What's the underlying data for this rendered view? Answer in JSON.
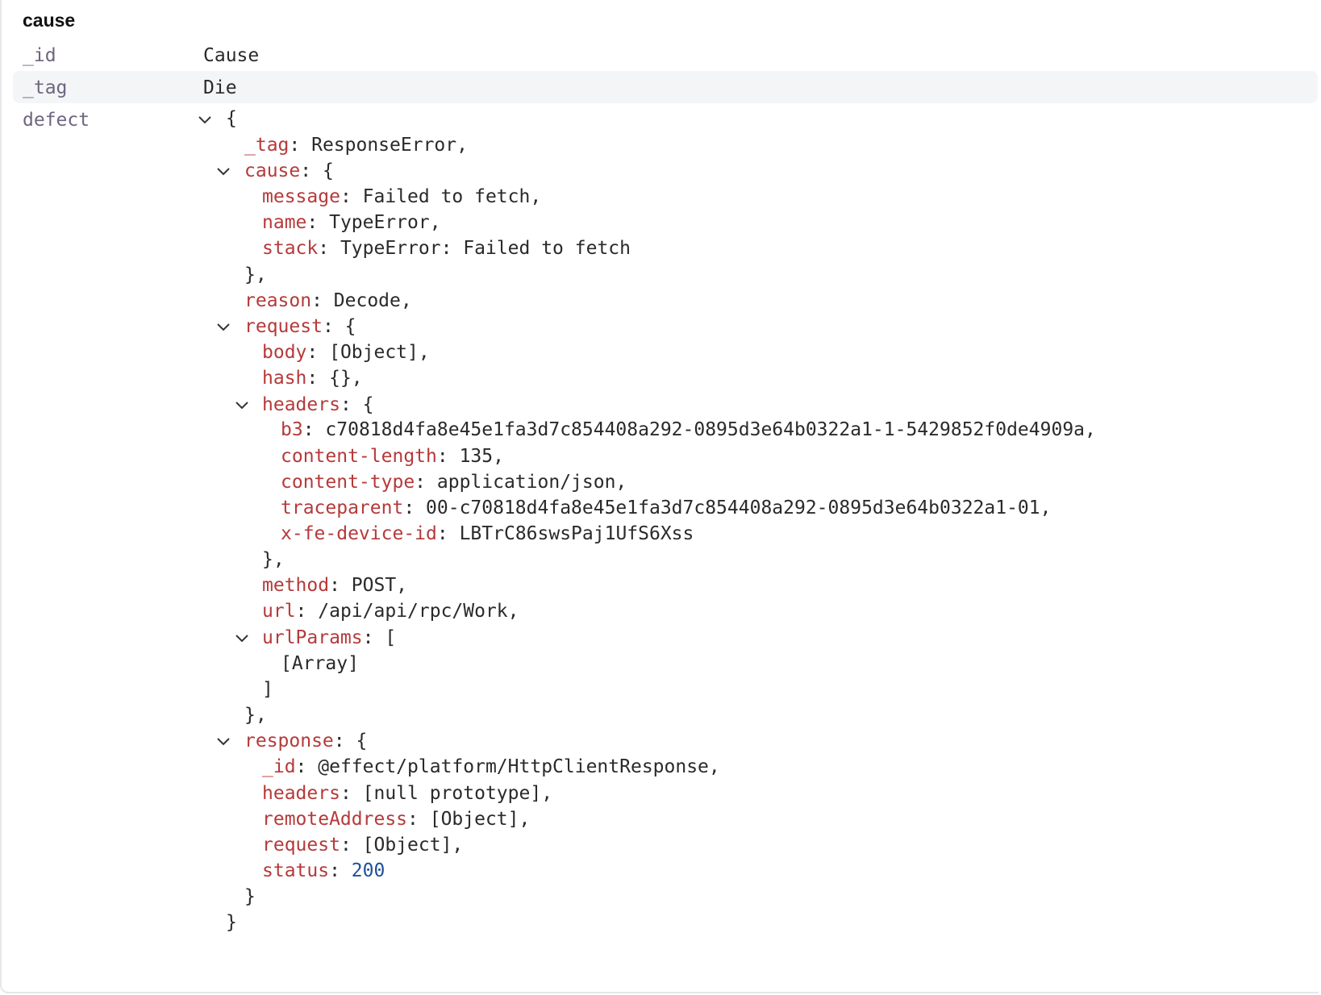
{
  "section_title": "cause",
  "rows": [
    {
      "key": "_id",
      "value": "Cause"
    },
    {
      "key": "_tag",
      "value": "Die"
    },
    {
      "key": "defect",
      "value": ""
    }
  ],
  "tree": {
    "open_brace": "{",
    "lines": [
      {
        "key": "_tag",
        "value": "ResponseError,"
      },
      {
        "key": "cause",
        "value": "{"
      },
      {
        "key": "message",
        "value": "Failed to fetch,"
      },
      {
        "key": "name",
        "value": "TypeError,"
      },
      {
        "key": "stack",
        "value": "TypeError: Failed to fetch"
      },
      {
        "close": "},"
      },
      {
        "key": "reason",
        "value": "Decode,"
      },
      {
        "key": "request",
        "value": "{"
      },
      {
        "key": "body",
        "value": "[Object],"
      },
      {
        "key": "hash",
        "value": "{},"
      },
      {
        "key": "headers",
        "value": "{"
      },
      {
        "key": "b3",
        "value": "c70818d4fa8e45e1fa3d7c854408a292-0895d3e64b0322a1-1-5429852f0de4909a,"
      },
      {
        "key": "content-length",
        "value": "135,"
      },
      {
        "key": "content-type",
        "value": "application/json,"
      },
      {
        "key": "traceparent",
        "value": "00-c70818d4fa8e45e1fa3d7c854408a292-0895d3e64b0322a1-01,"
      },
      {
        "key": "x-fe-device-id",
        "value": "LBTrC86swsPaj1UfS6Xss"
      },
      {
        "close": "},"
      },
      {
        "key": "method",
        "value": "POST,"
      },
      {
        "key": "url",
        "value": "/api/api/rpc/Work,"
      },
      {
        "key": "urlParams",
        "value": "["
      },
      {
        "close": "[Array]"
      },
      {
        "close": "]"
      },
      {
        "close": "},"
      },
      {
        "key": "response",
        "value": "{"
      },
      {
        "key": "_id",
        "value": "@effect/platform/HttpClientResponse,"
      },
      {
        "key": "headers",
        "value": "[null prototype],"
      },
      {
        "key": "remoteAddress",
        "value": "[Object],"
      },
      {
        "key": "request",
        "value": "[Object],"
      },
      {
        "key": "status",
        "value": "200"
      },
      {
        "close": "}"
      },
      {
        "close": "}"
      }
    ]
  },
  "icons": {
    "expand": "chevron-down-icon"
  }
}
